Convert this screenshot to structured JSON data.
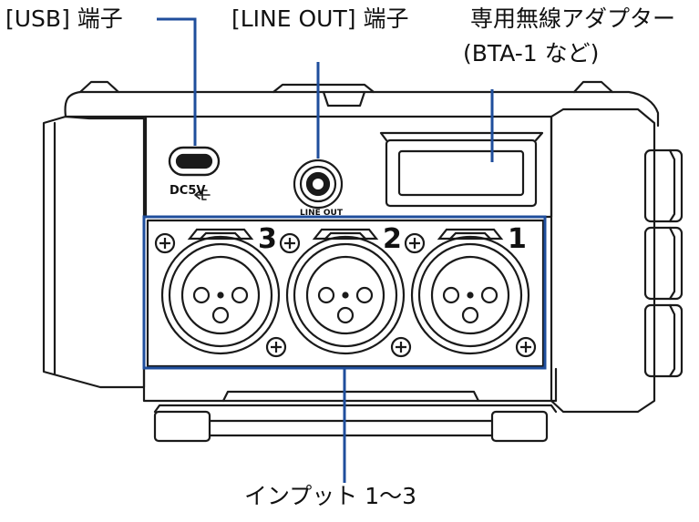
{
  "labels": {
    "usb": "[USB] 端子",
    "line_out": "[LINE OUT] 端子",
    "wireless_line1": "専用無線アダプター",
    "wireless_line2": "(BTA-1 など)",
    "inputs": "インプット 1〜3"
  },
  "device": {
    "usb_marking": "DC5V",
    "line_out_marking": "LINE OUT",
    "input_numbers": [
      "3",
      "2",
      "1"
    ]
  },
  "colors": {
    "callout": "#1f4e9c",
    "outline": "#1a1a1a",
    "device_fill": "#ffffff"
  }
}
